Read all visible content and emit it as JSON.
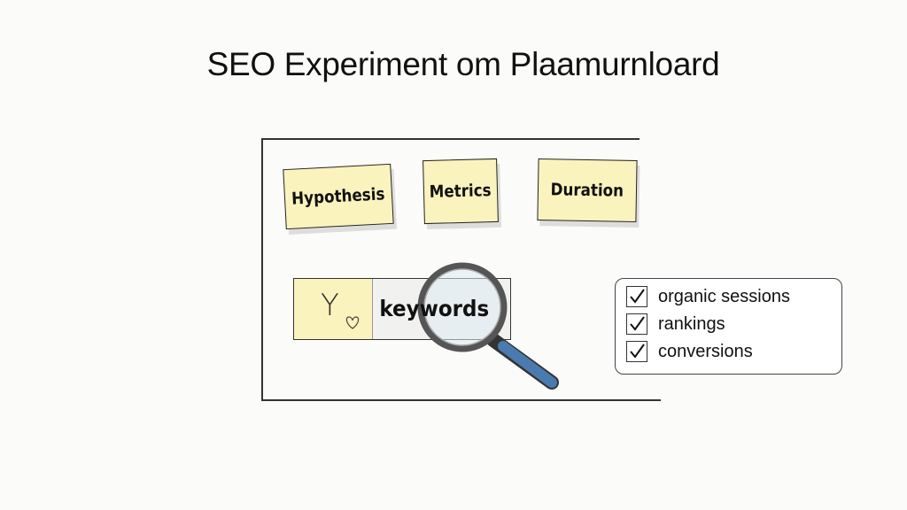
{
  "title": "SEO Experiment om Plaamurnloard",
  "notes": [
    {
      "label": "Hypothesis"
    },
    {
      "label": "Metrics"
    },
    {
      "label": "Duration"
    }
  ],
  "search": {
    "value": "keywords",
    "left_glyph": "Y",
    "icon": "magnifier-icon"
  },
  "checklist": [
    {
      "label": "organic sessions",
      "checked": true
    },
    {
      "label": "rankings",
      "checked": true
    },
    {
      "label": "conversions",
      "checked": true
    }
  ],
  "colors": {
    "note": "#fbf3bd",
    "handle": "#4a7bb0",
    "lens": "#dcebf2"
  }
}
